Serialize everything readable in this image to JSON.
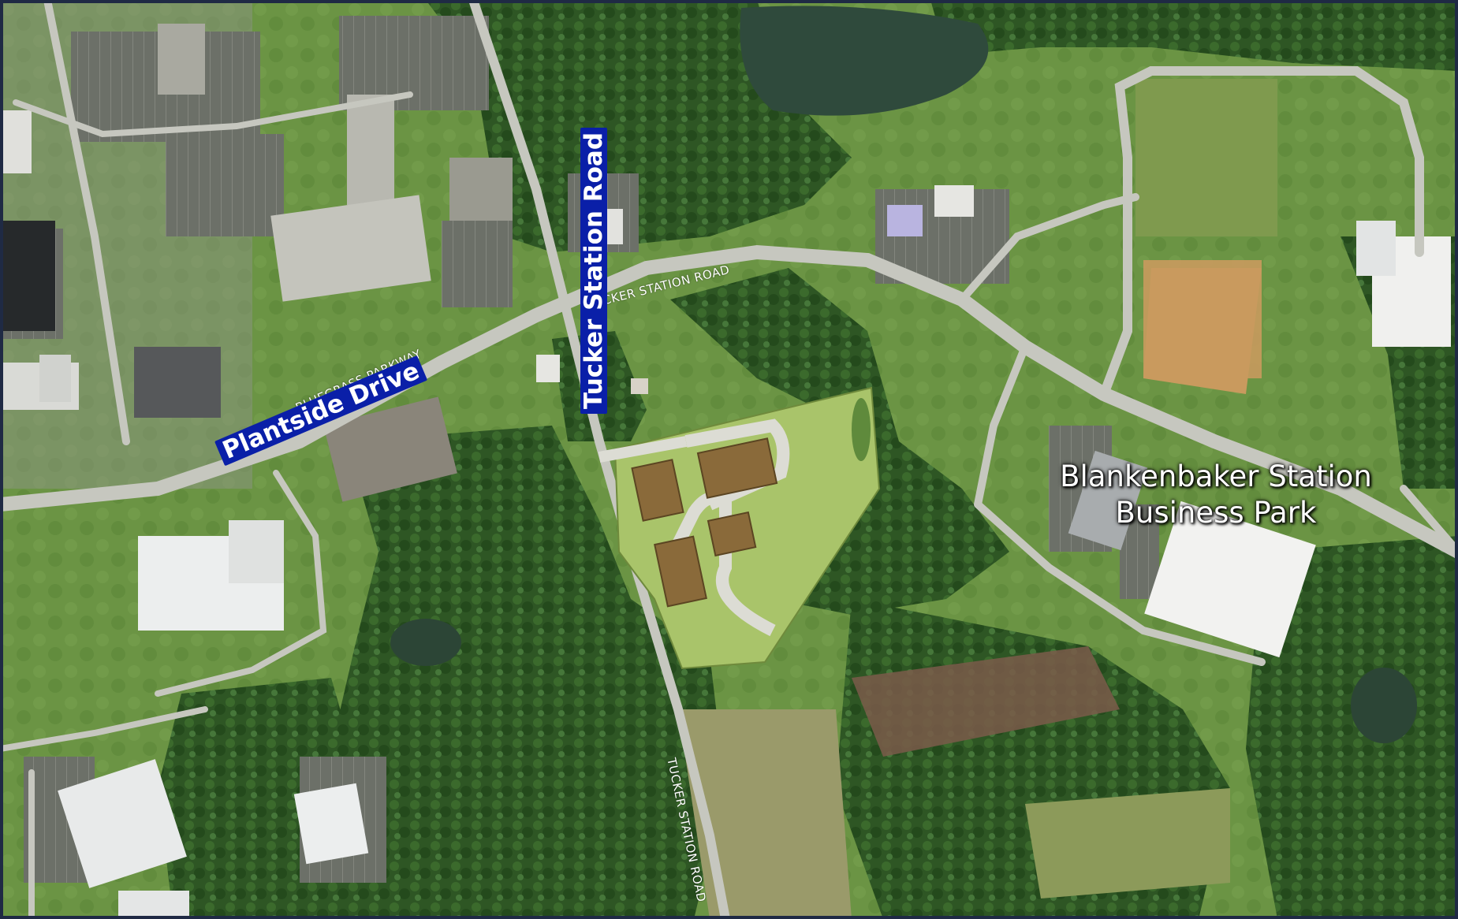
{
  "map": {
    "labels": {
      "plantside_drive": "Plantside Drive",
      "tucker_station_road": "Tucker Station Road",
      "tucker_station_road_small_1": "TUCKER STATION ROAD",
      "tucker_station_road_small_2": "TUCKER STATION ROAD",
      "bluegrass_parkway": "BLUEGRASS PARKWAY",
      "park_line1": "Blankenbaker Station",
      "park_line2": "Business Park"
    },
    "colors": {
      "border": "#1f2a44",
      "label_background": "#0a1fa8",
      "label_text": "#ffffff",
      "site_plan_fill": "#a9c46a",
      "building_fill": "#8a6a3a",
      "grass": "#5f8a3c",
      "forest": "#2f5a25",
      "road": "#c8c8c0",
      "roof": "#e8eaea"
    }
  }
}
